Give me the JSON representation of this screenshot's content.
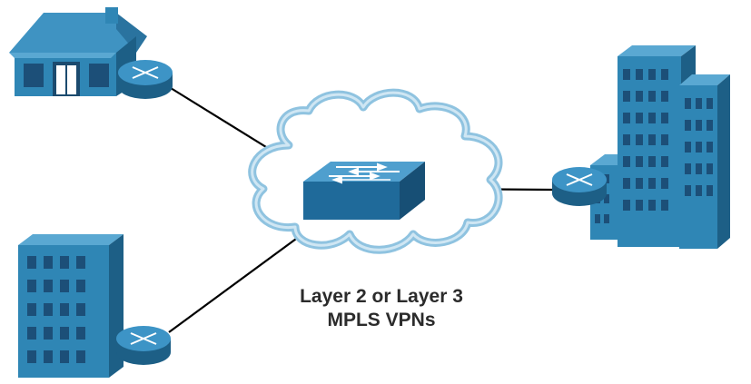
{
  "caption": {
    "line1": "Layer 2 or Layer 3",
    "line2": "MPLS VPNs"
  },
  "colors": {
    "building_front": "#2f86b5",
    "building_side": "#1d5f86",
    "building_top": "#5aa8d2",
    "window": "#1c4f78",
    "cloud_outline": "#8fc3e0",
    "switch_top": "#2f7fb0",
    "router_body": "#2a7ab0",
    "link": "#000000"
  },
  "nodes": [
    {
      "id": "house",
      "icon": "house-icon"
    },
    {
      "id": "branch-office",
      "icon": "office-building-icon"
    },
    {
      "id": "hq",
      "icon": "headquarters-building-icon"
    },
    {
      "id": "mpls-switch",
      "icon": "switch-icon"
    },
    {
      "id": "mpls-cloud",
      "icon": "cloud-icon"
    }
  ]
}
